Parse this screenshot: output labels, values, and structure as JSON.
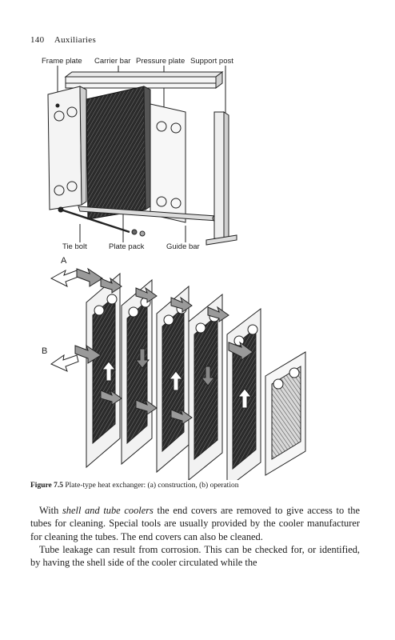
{
  "header": {
    "page_number": "140",
    "section": "Auxiliaries"
  },
  "figure_a": {
    "labels": {
      "frame_plate": "Frame plate",
      "carrier_bar": "Carrier bar",
      "pressure_plate": "Pressure plate",
      "support_post": "Support post",
      "tie_bolt": "Tie bolt",
      "plate_pack": "Plate pack",
      "guide_bar": "Guide bar"
    }
  },
  "figure_b": {
    "label_a": "A",
    "label_b": "B"
  },
  "caption": {
    "number": "Figure 7.5",
    "text": "Plate-type heat exchanger: (a) construction, (b) operation"
  },
  "body": {
    "p1_lead": "With ",
    "p1_italic": "shell and tube coolers",
    "p1_rest": " the end covers are removed to give access to the tubes for cleaning. Special tools are usually provided by the cooler manufacturer for cleaning the tubes. The end covers can also be cleaned.",
    "p2": "Tube leakage can result from corrosion. This can be checked for, or identified, by having the shell side of the cooler circulated while the"
  }
}
